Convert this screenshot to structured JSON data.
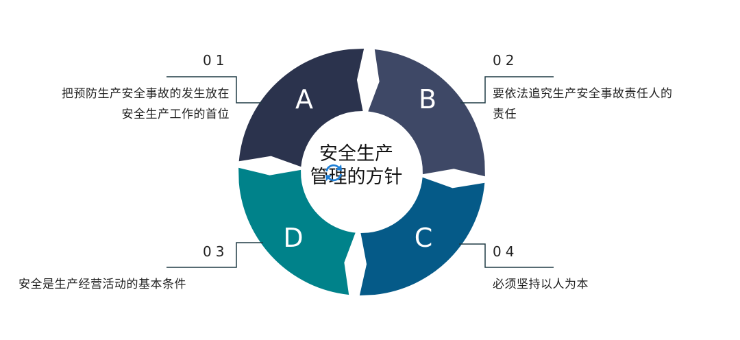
{
  "center": {
    "title_line1": "安全生产",
    "title_line2": "管理的方针"
  },
  "segments": [
    {
      "letter": "A",
      "color": "#2b334d"
    },
    {
      "letter": "B",
      "color": "#3e4866"
    },
    {
      "letter": "C",
      "color": "#055a88"
    },
    {
      "letter": "D",
      "color": "#00828a"
    }
  ],
  "items": [
    {
      "number": "01",
      "line1": "把预防生产安全事故的发生放在",
      "line2": "安全生产工作的首位"
    },
    {
      "number": "02",
      "line1": "要依法追究生产安全事故责任人的",
      "line2": "责任"
    },
    {
      "number": "03",
      "line1": "安全是生产经营活动的基本条件",
      "line2": ""
    },
    {
      "number": "04",
      "line1": "必须坚持以人为本",
      "line2": ""
    }
  ]
}
